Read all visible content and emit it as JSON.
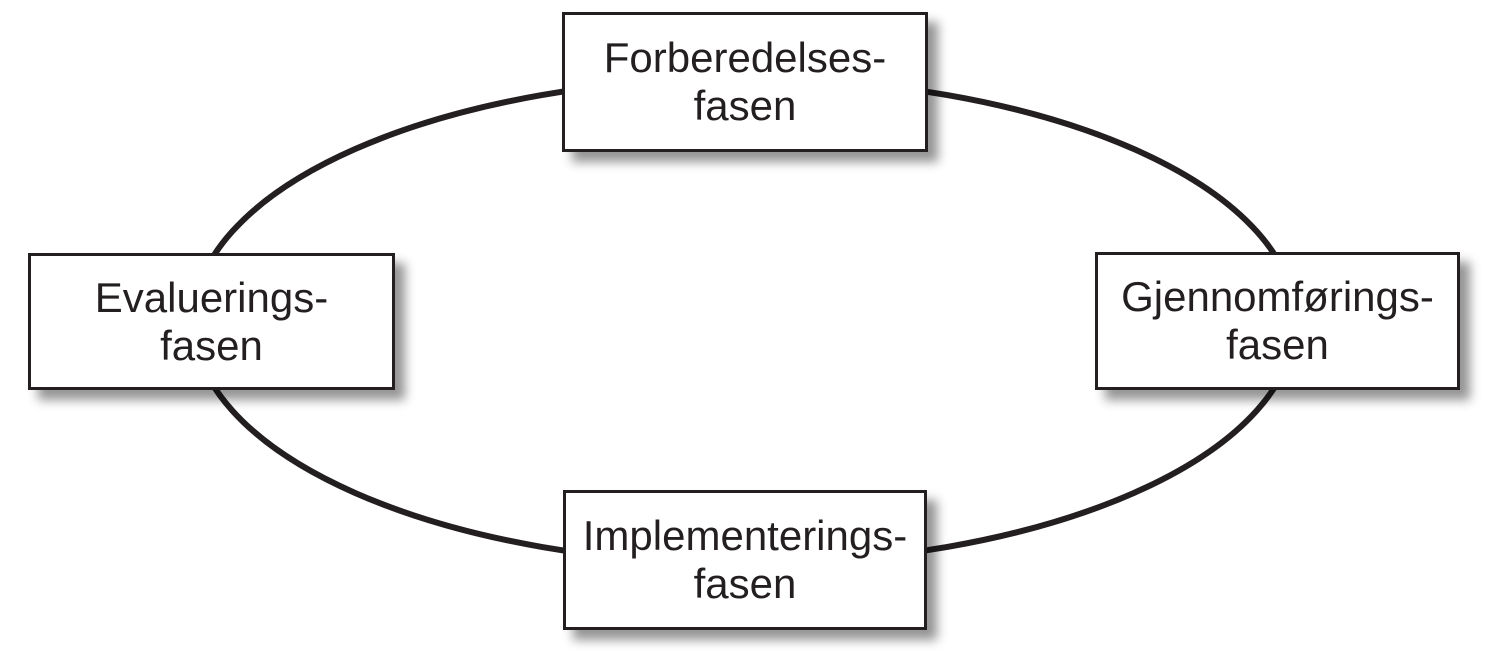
{
  "diagram": {
    "type": "cycle",
    "colors": {
      "line": "#231f20",
      "box_background": "#ffffff",
      "box_border": "#231f20",
      "shadow": "#9a9a9a"
    },
    "nodes": [
      {
        "position": "top",
        "line1": "Forberedelses-",
        "line2": "fasen"
      },
      {
        "position": "right",
        "line1": "Gjennomførings-",
        "line2": "fasen"
      },
      {
        "position": "bottom",
        "line1": "Implementerings-",
        "line2": "fasen"
      },
      {
        "position": "left",
        "line1": "Evaluerings-",
        "line2": "fasen"
      }
    ]
  }
}
